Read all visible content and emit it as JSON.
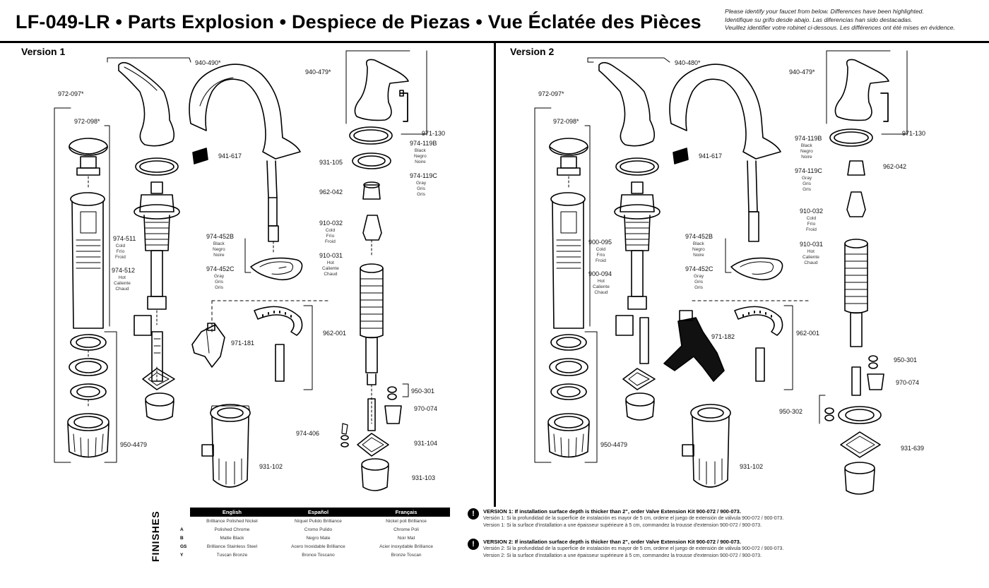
{
  "header": {
    "title": "LF-049-LR • Parts Explosion • Despiece de Piezas • Vue Éclatée des Pièces",
    "note_lines": [
      "Please identify your faucet from below. Differences have been highlighted.",
      "Identifique su grifo desde abajo. Las diferencias han sido destacadas.",
      "Veuillez identifier votre robinet ci-dessous. Les différences ont été mises en évidence."
    ]
  },
  "version1": {
    "label": "Version 1",
    "parts": {
      "p940_490": "940-490*",
      "p972_097": "972-097*",
      "p972_098": "972-098*",
      "p941_617": "941-617",
      "p974_511": "974-511",
      "p974_511_sub": [
        "Cold",
        "Frío",
        "Froid"
      ],
      "p974_512": "974-512",
      "p974_512_sub": [
        "Hot",
        "Caliente",
        "Chaud"
      ],
      "p950_4479": "950-4479",
      "p974_452b": "974-452B",
      "p974_452b_sub": [
        "Black",
        "Negro",
        "Noire"
      ],
      "p974_452c": "974-452C",
      "p974_452c_sub": [
        "Gray",
        "Gris",
        "Gris"
      ],
      "p971_181": "971-181",
      "p931_102": "931-102",
      "p940_479": "940-479*",
      "p971_130": "971-130",
      "p974_119b": "974-119B",
      "p974_119b_sub": [
        "Black",
        "Negro",
        "Noire"
      ],
      "p974_119c": "974-119C",
      "p974_119c_sub": [
        "Gray",
        "Gris",
        "Gris"
      ],
      "p931_105": "931-105",
      "p962_042": "962-042",
      "p910_032": "910-032",
      "p910_032_sub": [
        "Cold",
        "Frío",
        "Froid"
      ],
      "p910_031": "910-031",
      "p910_031_sub": [
        "Hot",
        "Caliente",
        "Chaud"
      ],
      "p962_001": "962-001",
      "p950_301": "950-301",
      "p970_074": "970-074",
      "p974_406": "974-406",
      "p931_104": "931-104",
      "p931_103": "931-103"
    }
  },
  "version2": {
    "label": "Version 2",
    "parts": {
      "p940_480": "940-480*",
      "p972_097": "972-097*",
      "p972_098": "972-098*",
      "p941_617": "941-617",
      "p900_095": "900-095",
      "p900_095_sub": [
        "Cold",
        "Frío",
        "Froid"
      ],
      "p900_094": "900-094",
      "p900_094_sub": [
        "Hot",
        "Caliente",
        "Chaud"
      ],
      "p950_4479": "950-4479",
      "p974_452b": "974-452B",
      "p974_452b_sub": [
        "Black",
        "Negro",
        "Noire"
      ],
      "p974_452c": "974-452C",
      "p974_452c_sub": [
        "Gray",
        "Gris",
        "Gris"
      ],
      "p971_182": "971-182",
      "p931_102": "931-102",
      "p940_479": "940-479*",
      "p971_130": "971-130",
      "p974_119b": "974-119B",
      "p974_119b_sub": [
        "Black",
        "Negro",
        "Noire"
      ],
      "p974_119c": "974-119C",
      "p974_119c_sub": [
        "Gray",
        "Gris",
        "Gris"
      ],
      "p962_042": "962-042",
      "p910_032": "910-032",
      "p910_032_sub": [
        "Cold",
        "Frío",
        "Froid"
      ],
      "p910_031": "910-031",
      "p910_031_sub": [
        "Hot",
        "Caliente",
        "Chaud"
      ],
      "p962_001": "962-001",
      "p950_301": "950-301",
      "p970_074": "970-074",
      "p950_302": "950-302",
      "p931_639": "931-639"
    }
  },
  "finishes": {
    "label": "FINISHES",
    "headers": [
      "English",
      "Español",
      "Français"
    ],
    "rows": [
      {
        "code": "",
        "en": "Brilliance Polished Nickel",
        "es": "Níquel Pulido Brilliance",
        "fr": "Nickel poli Brilliance"
      },
      {
        "code": "A",
        "en": "Polished Chrome",
        "es": "Cromo Pulido",
        "fr": "Chrome Poli"
      },
      {
        "code": "B",
        "en": "Matte Black",
        "es": "Negro Mate",
        "fr": "Noir Mat"
      },
      {
        "code": "GS",
        "en": "Brilliance Stainless Steel",
        "es": "Acero Inoxidable Brilliance",
        "fr": "Acier inoxydable Brilliance"
      },
      {
        "code": "Y",
        "en": "Tuscan Bronze",
        "es": "Bronce Toscano",
        "fr": "Bronze Toscan"
      }
    ]
  },
  "notes": {
    "bang": "!",
    "v1_head": "VERSION 1: If installation surface depth is thicker than 2\", order Valve Extension Kit 900-072 / 900-073.",
    "v1_lines": [
      "Versión 1: Si la profundidad de la superficie de instalación es mayor de 5 cm, ordene el juego de extensión de válvula 900-072 / 900-073.",
      "Version 1: Si la surface d'installation a une épaisseur supérieure à 5 cm, commandez la trousse d'extension 900-072 / 900-073."
    ],
    "v2_head": "VERSION 2: If installation surface depth is thicker than 2\", order Valve Extension Kit 900-072 / 900-073.",
    "v2_lines": [
      "Versión 2: Si la profundidad de la superficie de instalación es mayor de 5 cm, ordene el juego de extensión de válvula 900-072 / 900-073.",
      "Version 2: Si la surface d'installation a une épaisseur supérieure à 5 cm, commandez la trousse d'extension 900-072 / 900-073."
    ]
  }
}
